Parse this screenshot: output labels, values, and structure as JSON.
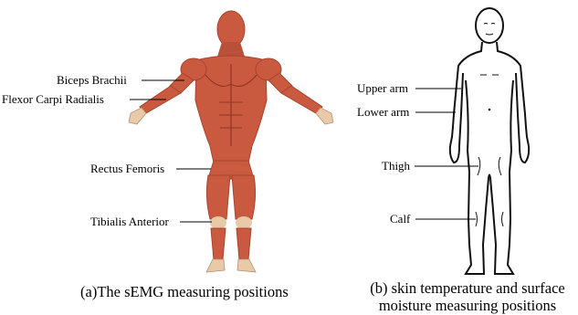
{
  "panel_a": {
    "labels": [
      "Biceps Brachii",
      "Flexor Carpi Radialis",
      "Rectus Femoris",
      "Tibialis Anterior"
    ],
    "caption": "(a)The sEMG measuring positions"
  },
  "panel_b": {
    "labels": [
      "Upper arm",
      "Lower arm",
      "Thigh",
      "Calf"
    ],
    "caption_line1": "(b) skin temperature and surface",
    "caption_line2": "moisture measuring positions"
  },
  "colors": {
    "muscle": "#c95a40",
    "muscle_dark": "#a8432d",
    "tendon": "#e8c9a8",
    "outline": "#111111"
  }
}
